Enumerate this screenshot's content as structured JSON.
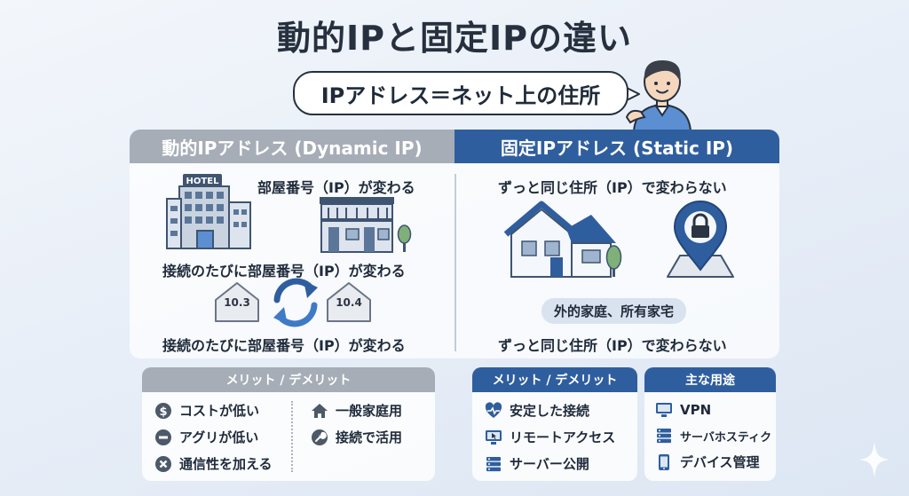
{
  "title": "動的IPと固定IPの違い",
  "bubble": "IPアドレス＝ネット上の住所",
  "dynamic": {
    "header": "動的IPアドレス (Dynamic IP)",
    "hotel_sign": "HOTEL",
    "line1": "部屋番号（IP）が変わる",
    "line2": "接続のたびに部屋番号（IP）が変わる",
    "house_a": "10.3",
    "house_b": "10.4",
    "line3": "接続のたびに部屋番号（IP）が変わる"
  },
  "static": {
    "header": "固定IPアドレス (Static IP)",
    "line1": "ずっと同じ住所（IP）で変わらない",
    "badge": "外的家庭、所有家宅",
    "line2": "ずっと同じ住所（IP）で変わらない"
  },
  "dyn_merits": {
    "title": "メリット / デメリット",
    "left": [
      {
        "label": "コストが低い",
        "icon": "dollar-icon"
      },
      {
        "label": "アグリが低い",
        "icon": "minus-icon"
      },
      {
        "label": "通信性を加える",
        "icon": "x-icon"
      }
    ],
    "right": [
      {
        "label": "一般家庭用",
        "icon": "home-icon"
      },
      {
        "label": "接続で活用",
        "icon": "wrench-icon"
      }
    ]
  },
  "sta_merits": {
    "title": "メリット / デメリット",
    "items": [
      {
        "label": "安定した接続",
        "icon": "heart-pulse-icon"
      },
      {
        "label": "リモートアクセス",
        "icon": "monitor-cursor-icon"
      },
      {
        "label": "サーバー公開",
        "icon": "server-icon"
      }
    ]
  },
  "uses": {
    "title": "主な用途",
    "items": [
      {
        "label": "VPN",
        "icon": "monitor-icon"
      },
      {
        "label": "サーバホスティク",
        "icon": "server-icon"
      },
      {
        "label": "デバイス管理",
        "icon": "phone-icon"
      }
    ]
  },
  "colors": {
    "dynamic_header": "#a6adb7",
    "static_header": "#2f5e9e",
    "accent": "#2f5e9e",
    "text": "#1f2a3a"
  }
}
